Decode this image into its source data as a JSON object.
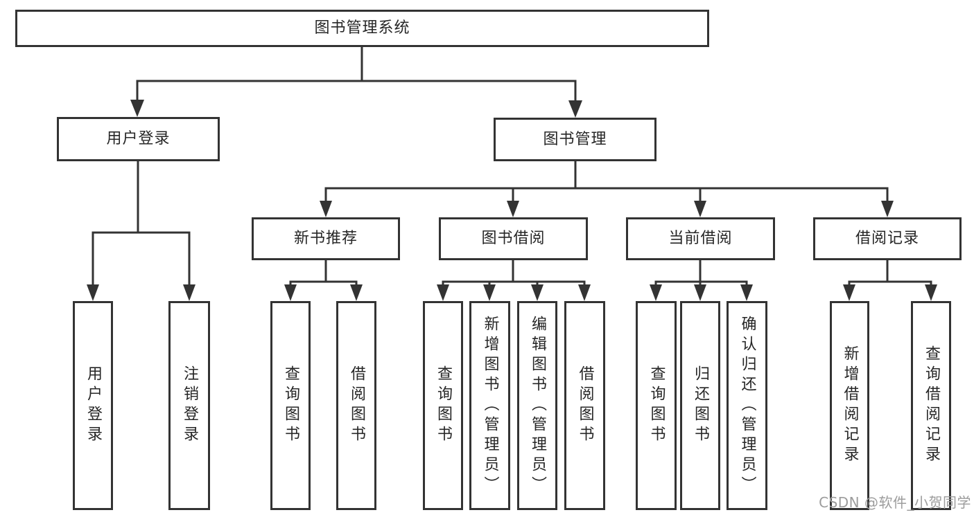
{
  "nodes": {
    "root": {
      "label": "图书管理系统"
    },
    "user_login": {
      "label": "用户登录"
    },
    "book_mgmt": {
      "label": "图书管理"
    },
    "new_book_rec": {
      "label": "新书推荐"
    },
    "book_borrow": {
      "label": "图书借阅"
    },
    "current_borrow": {
      "label": "当前借阅"
    },
    "borrow_records": {
      "label": "借阅记录"
    },
    "leaf_user_login": {
      "label": "用户登录"
    },
    "leaf_logout": {
      "label": "注销登录"
    },
    "leaf_rec_query": {
      "label": "查询图书"
    },
    "leaf_rec_borrow": {
      "label": "借阅图书"
    },
    "leaf_bb_query": {
      "label": "查询图书"
    },
    "leaf_bb_add": {
      "label": "新增图书（管理员）"
    },
    "leaf_bb_edit": {
      "label": "编辑图书（管理员）"
    },
    "leaf_bb_borrow": {
      "label": "借阅图书"
    },
    "leaf_cb_query": {
      "label": "查询图书"
    },
    "leaf_cb_return": {
      "label": "归还图书"
    },
    "leaf_cb_confirm": {
      "label": "确认归还（管理员）"
    },
    "leaf_br_add": {
      "label": "新增借阅记录"
    },
    "leaf_br_query": {
      "label": "查询借阅记录"
    }
  },
  "watermark": {
    "text": "CSDN @软件_小贺同学"
  },
  "colors": {
    "line": "#333333",
    "text": "#262626",
    "watermark": "#9c9c9c",
    "background": "#ffffff"
  }
}
